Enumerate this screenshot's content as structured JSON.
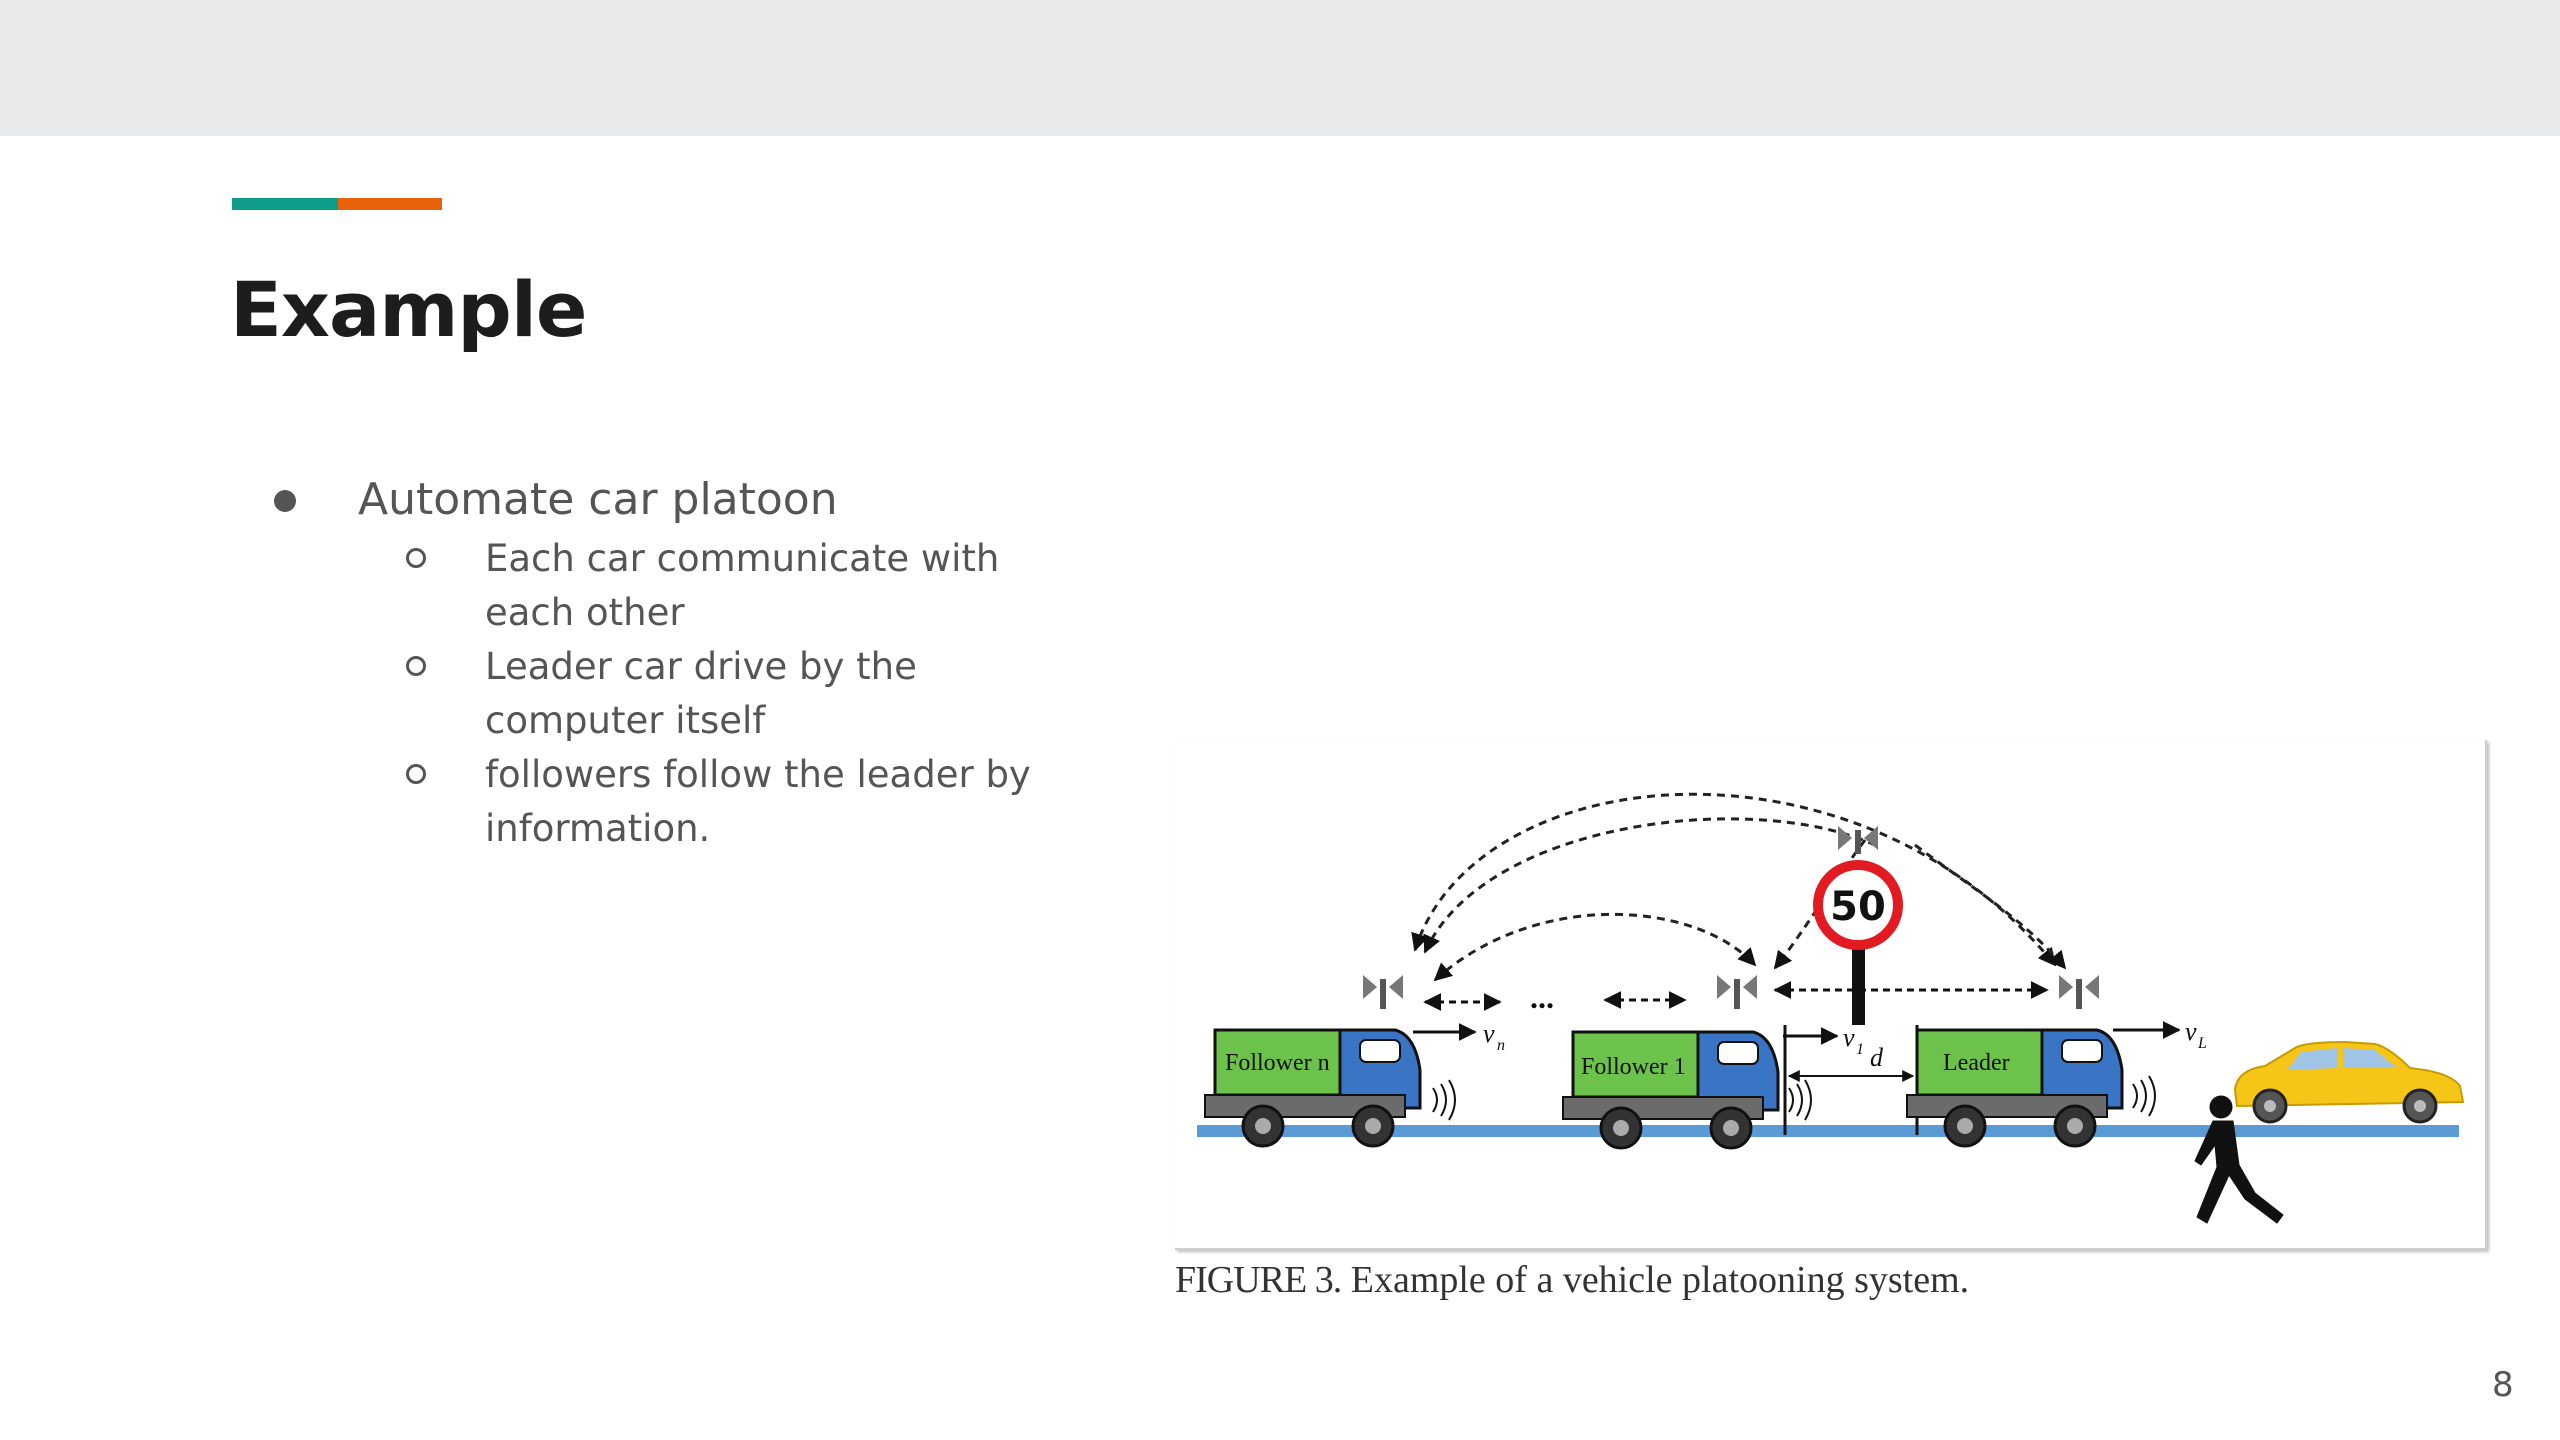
{
  "slide": {
    "title": "Example",
    "page_number": "8",
    "accent_colors": [
      "#0f9d8a",
      "#e8620c"
    ]
  },
  "bullets": {
    "main": "Automate car platoon",
    "sub": [
      "Each car communicate with each other",
      "Leader car drive by the computer itself",
      "followers follow the leader by information."
    ]
  },
  "figure": {
    "caption_label": "FIGURE 3.",
    "caption_text": "Example of a vehicle platooning system.",
    "truck_labels": [
      "Follower n",
      "Follower 1",
      "Leader"
    ],
    "sign_text": "50",
    "velocity_labels": [
      "v",
      "n",
      "v",
      "1",
      "v",
      "L",
      "d"
    ],
    "ellipsis": "...",
    "colors": {
      "truck_box": "#6cc24a",
      "truck_cab": "#3a74c4",
      "road": "#5b9bd5",
      "sign_ring": "#e21b23",
      "taxi": "#f5c518"
    }
  }
}
